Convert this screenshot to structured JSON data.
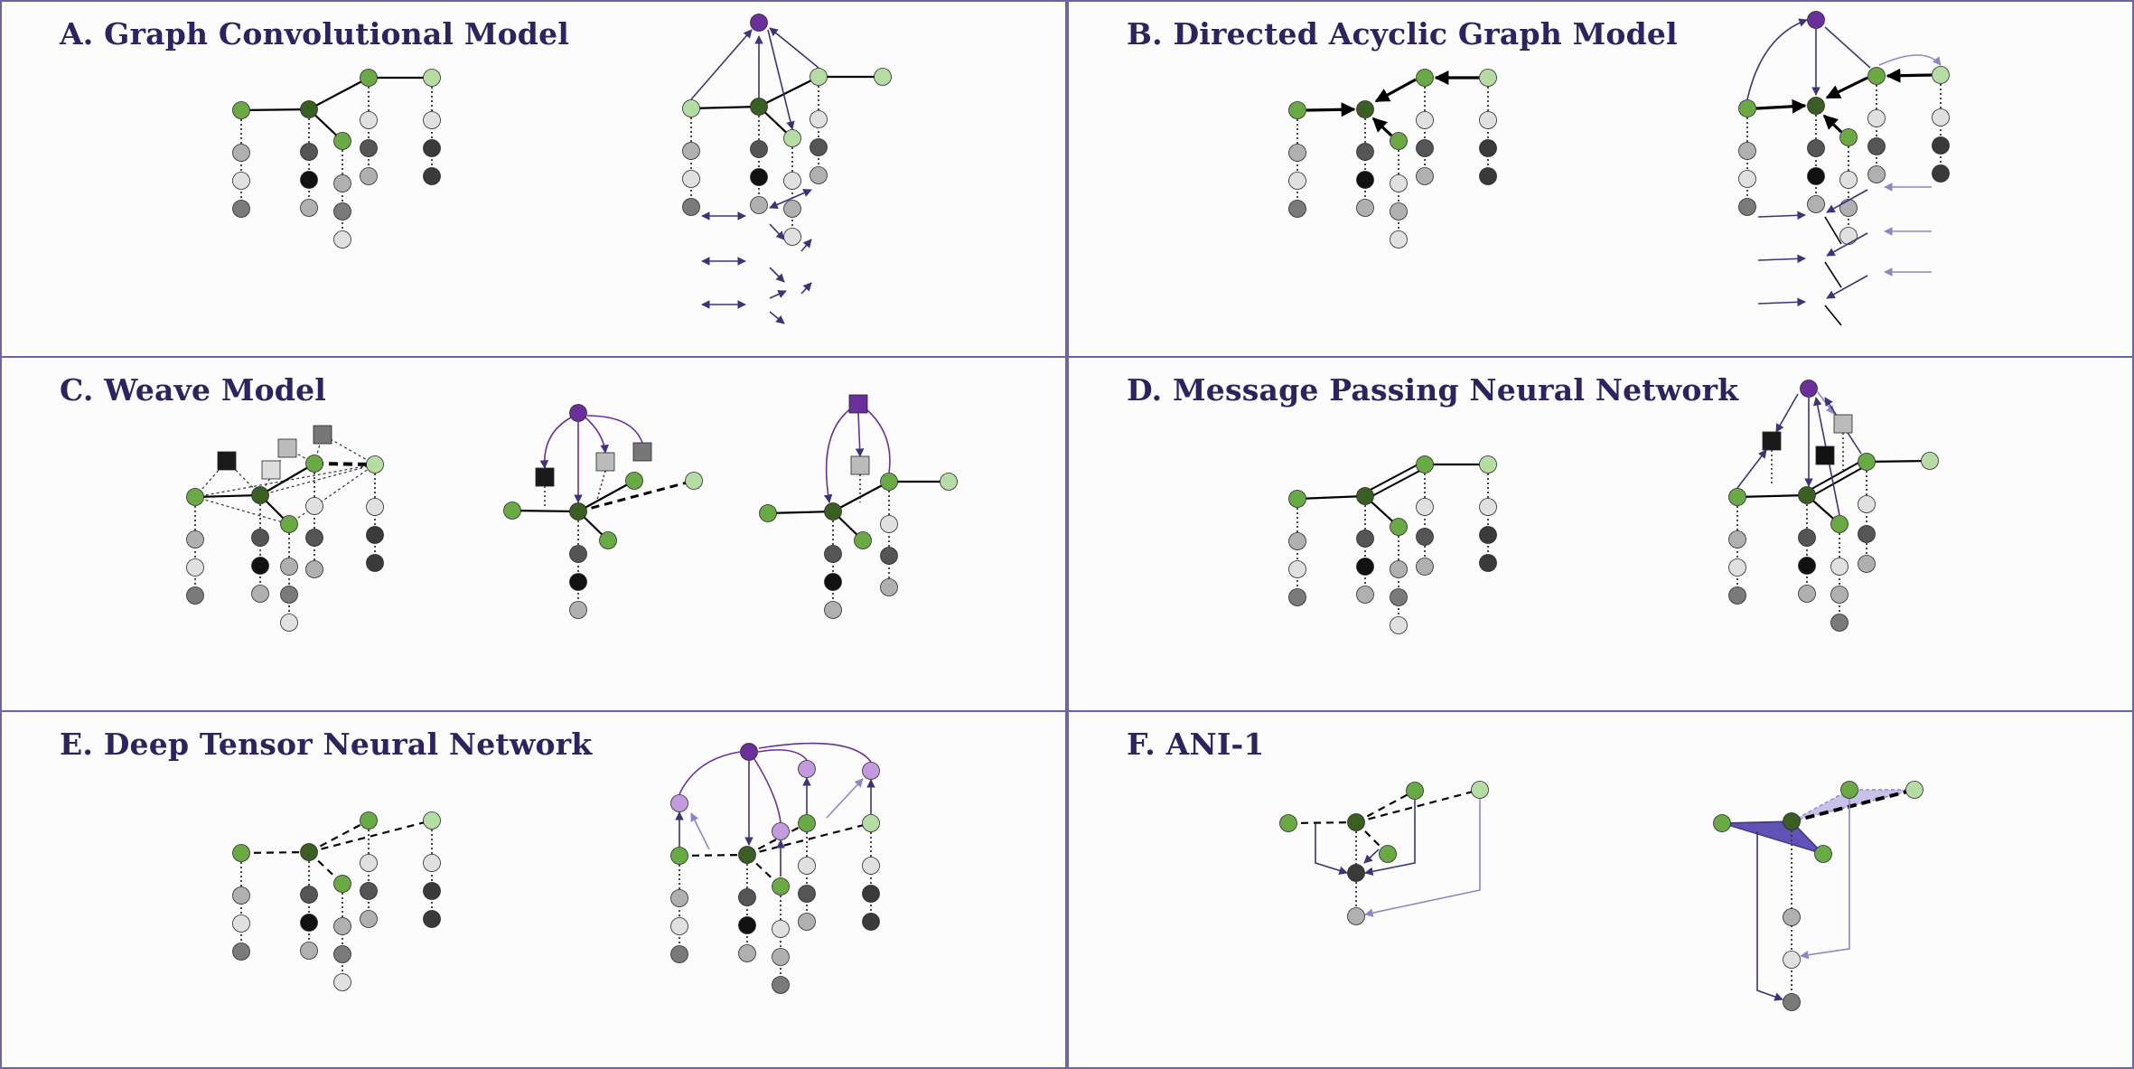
{
  "panels": [
    {
      "id": "A",
      "title": "A. Graph Convolutional Model"
    },
    {
      "id": "B",
      "title": "B. Directed Acyclic Graph Model"
    },
    {
      "id": "C",
      "title": "C. Weave Model"
    },
    {
      "id": "D",
      "title": "D. Message Passing Neural Network"
    },
    {
      "id": "E",
      "title": "E. Deep Tensor Neural Network"
    },
    {
      "id": "F",
      "title": "F. ANI-1"
    }
  ],
  "colors": {
    "border": "#6b64a8",
    "title": "#2b2460",
    "atom_green": "#6aaa45",
    "atom_dark_green": "#3a5f22",
    "atom_light_green": "#b5dda3",
    "readout_purple": "#6a2f9a",
    "light_purple": "#c39ae0",
    "arrow": "#3c3478",
    "light_arrow": "#8f86c8",
    "feature_greys": [
      "#b0b0b0",
      "#e0e0e0",
      "#7a7a7a",
      "#555555",
      "#111111",
      "#3a3a3a"
    ]
  }
}
